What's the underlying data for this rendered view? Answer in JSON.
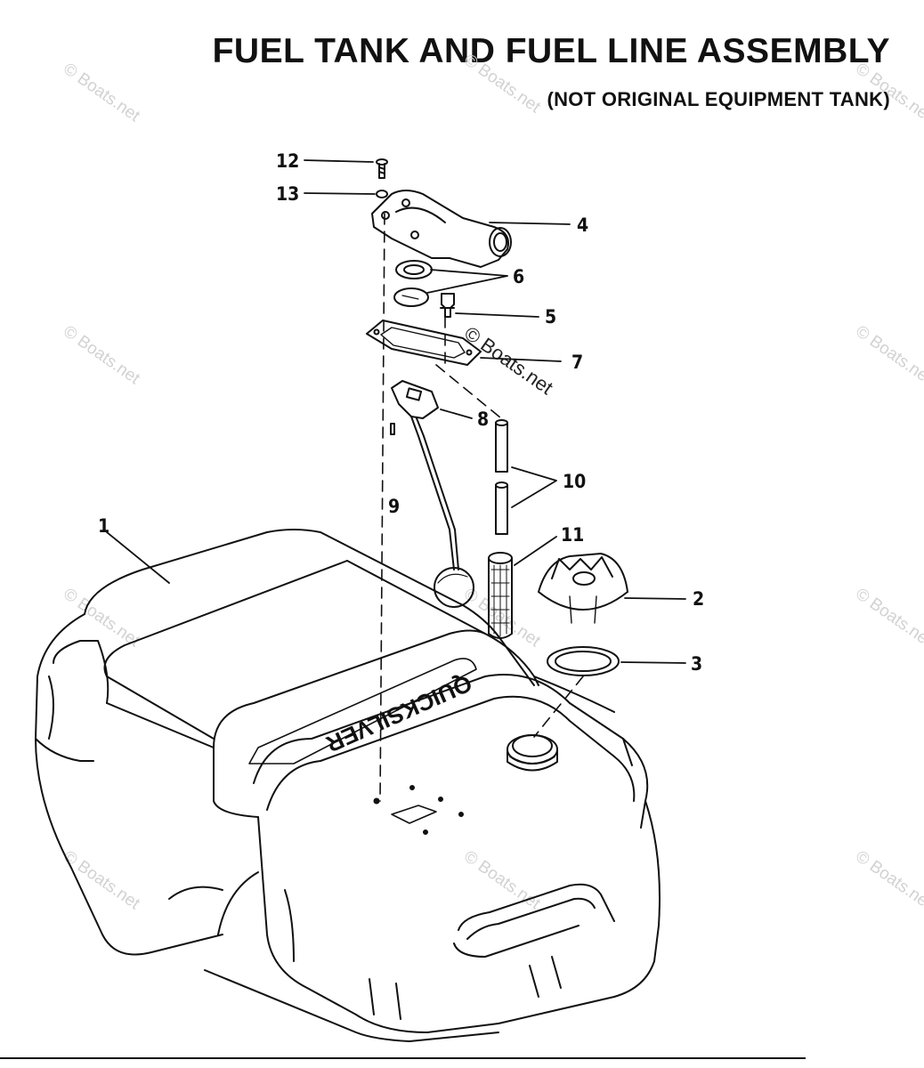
{
  "title": "FUEL TANK AND FUEL LINE ASSEMBLY",
  "subtitle": "(NOT ORIGINAL EQUIPMENT TANK)",
  "brand_label": "QUICKSILVER",
  "watermark": "© Boats.net",
  "callouts": {
    "c1": "1",
    "c2": "2",
    "c3": "3",
    "c4": "4",
    "c5": "5",
    "c6": "6",
    "c7": "7",
    "c8": "8",
    "c9": "9",
    "c10": "10",
    "c11": "11",
    "c12": "12",
    "c13": "13"
  },
  "colors": {
    "ink": "#111111",
    "watermark": "#d2d2d2",
    "background": "#ffffff"
  }
}
